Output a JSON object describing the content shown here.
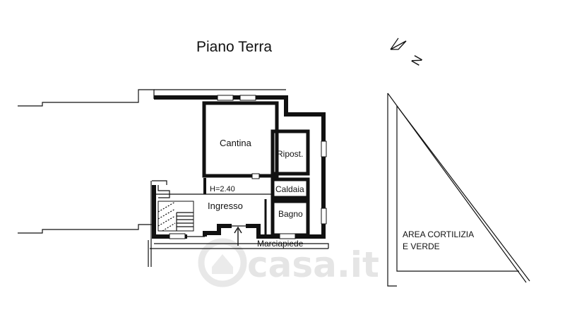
{
  "title": "Piano Terra",
  "north_label": "N",
  "rooms": {
    "cantina": "Cantina",
    "ripostiglio": "Ripost.",
    "caldaia": "Caldaia",
    "ingresso": "Ingresso",
    "ceiling_height": "H=2.40",
    "bagno": "Bagno"
  },
  "outside": {
    "marciapiede": "Marciapiede",
    "area_line1": "AREA CORTILIZIA",
    "area_line2": "E VERDE"
  },
  "watermark": "casa.it"
}
